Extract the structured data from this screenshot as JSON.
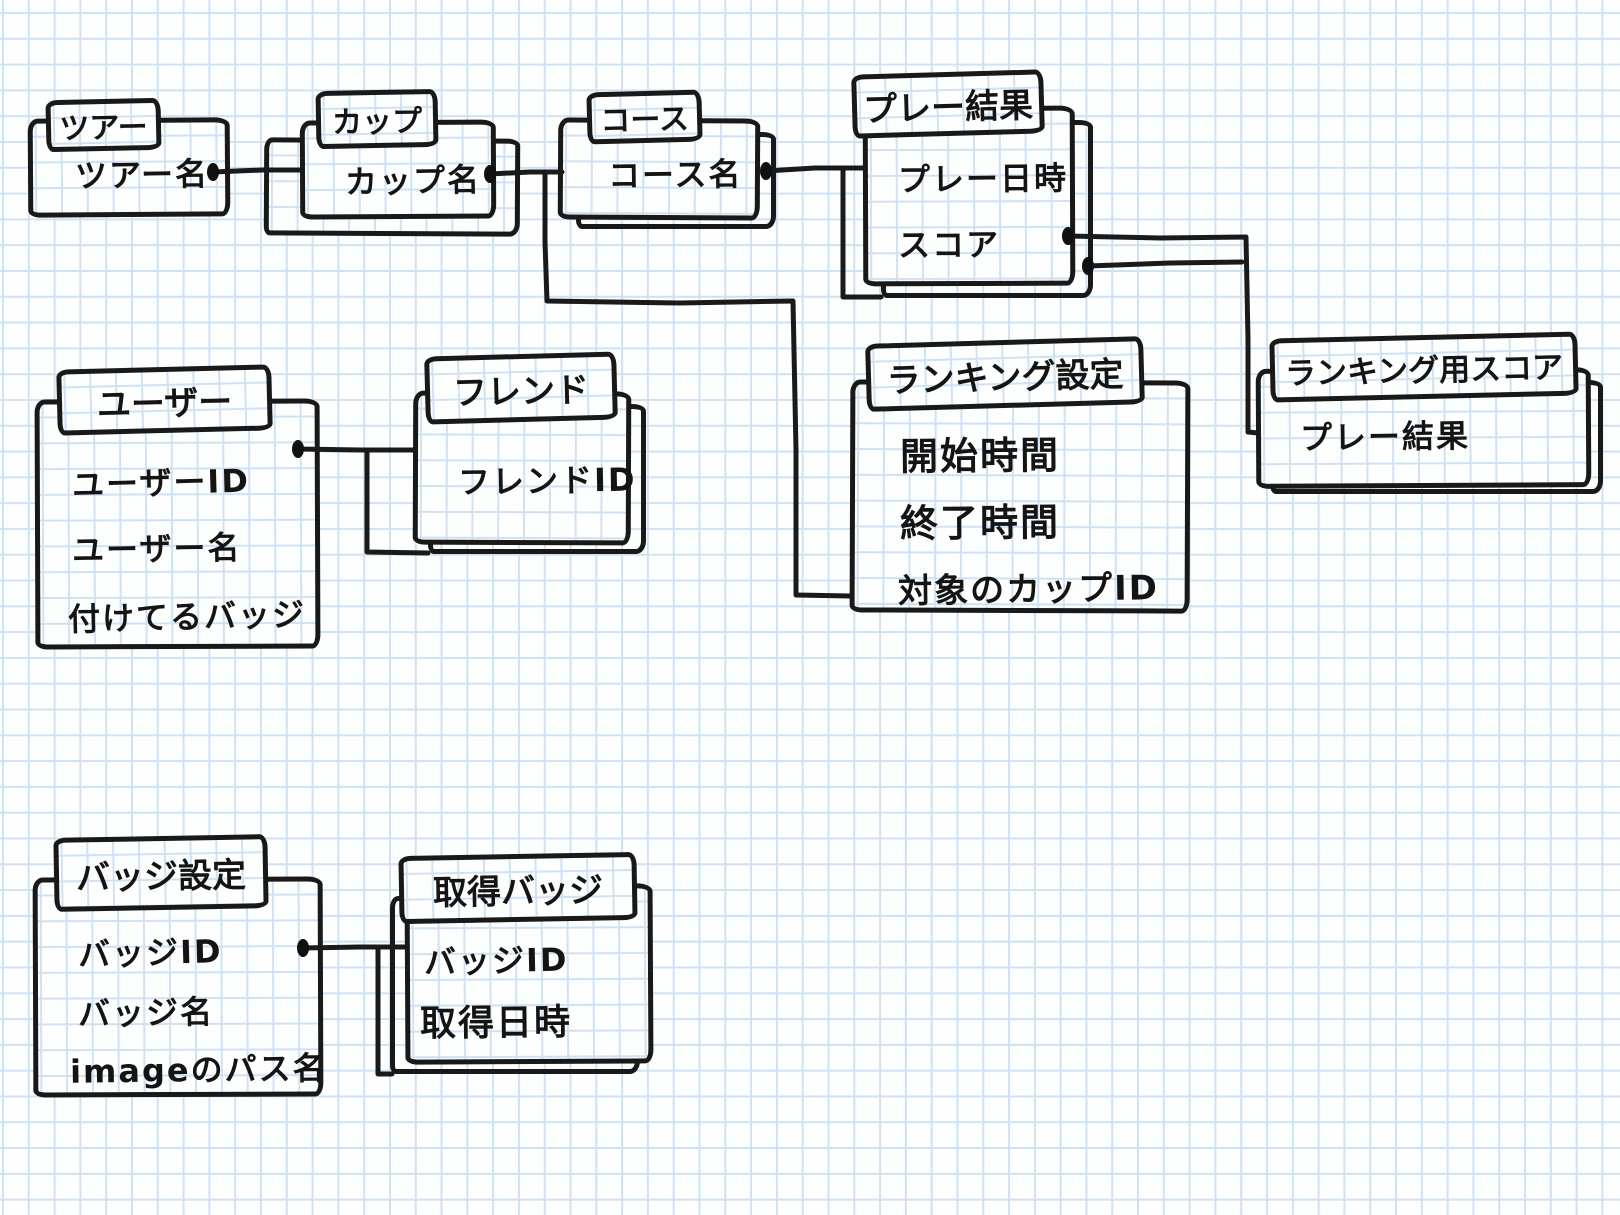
{
  "diagram": {
    "kind": "hand-drawn entity relationship sketch on graph paper",
    "paper": {
      "bg_color": "#fdfefe",
      "grid_color": "#cfe1f3",
      "ink_color": "#1a1a1a"
    }
  },
  "entities": [
    {
      "id": "tour",
      "label": "ツアー",
      "fields": [
        "ツアー名"
      ],
      "stacked": false
    },
    {
      "id": "cup",
      "label": "カップ",
      "fields": [
        "カップ名"
      ],
      "stacked": true
    },
    {
      "id": "course",
      "label": "コース",
      "fields": [
        "コース名"
      ],
      "stacked": true
    },
    {
      "id": "play-result",
      "label": "プレー結果",
      "fields": [
        "プレー日時",
        "スコア"
      ],
      "stacked": true
    },
    {
      "id": "ranking-settings",
      "label": "ランキング設定",
      "fields": [
        "開始時間",
        "終了時間",
        "対象のカップID"
      ],
      "stacked": false
    },
    {
      "id": "ranking-score",
      "label": "ランキング用スコア",
      "fields": [
        "プレー結果"
      ],
      "stacked": true
    },
    {
      "id": "user",
      "label": "ユーザー",
      "fields": [
        "ユーザーID",
        "ユーザー名",
        "付けてるバッジ"
      ],
      "stacked": false
    },
    {
      "id": "friend",
      "label": "フレンド",
      "fields": [
        "フレンドID"
      ],
      "stacked": true
    },
    {
      "id": "badge-settings",
      "label": "バッジ設定",
      "fields": [
        "バッジID",
        "バッジ名",
        "imageのパス名"
      ],
      "stacked": false
    },
    {
      "id": "acquired-badge",
      "label": "取得バッジ",
      "fields": [
        "バッジID",
        "取得日時"
      ],
      "stacked": true
    }
  ],
  "relationships": [
    {
      "from": "tour",
      "to": "cup",
      "dot_at_source": true
    },
    {
      "from": "cup",
      "to": "course",
      "dot_at_source": true
    },
    {
      "from": "cup",
      "to": "ranking-settings",
      "dot_at_source": false
    },
    {
      "from": "course",
      "to": "play-result",
      "dot_at_source": true
    },
    {
      "from": "play-result",
      "to": "ranking-score",
      "dot_at_source": true
    },
    {
      "from": "user",
      "to": "friend",
      "dot_at_source": true
    },
    {
      "from": "badge-settings",
      "to": "acquired-badge",
      "dot_at_source": true
    }
  ]
}
